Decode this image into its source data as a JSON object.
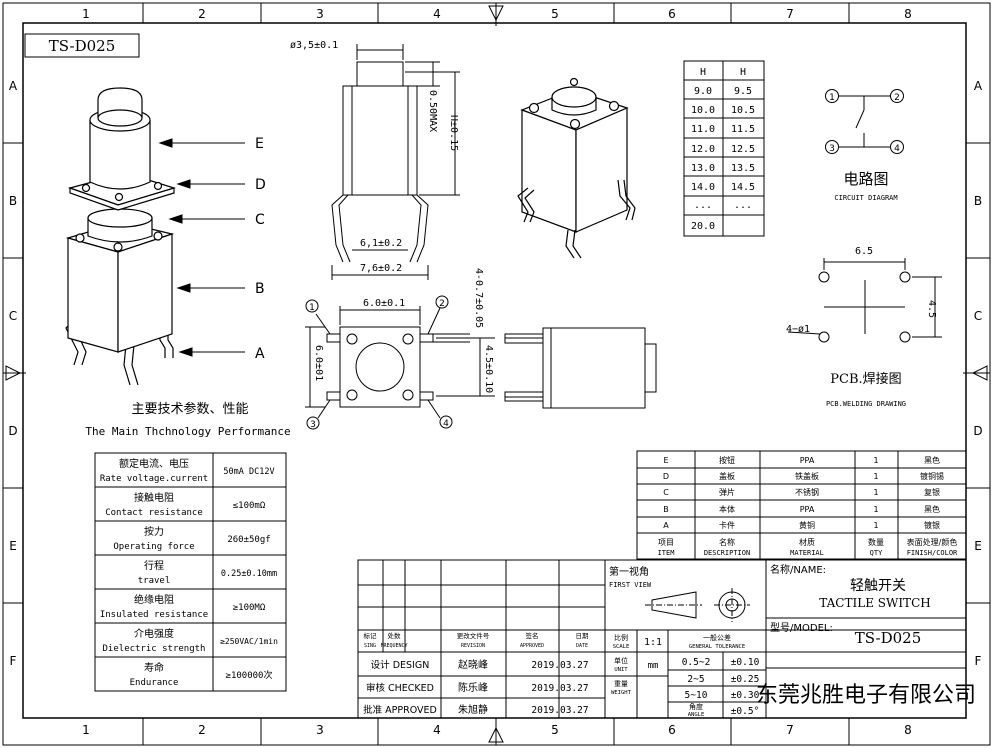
{
  "drawing_id": "TS-D025",
  "grid": {
    "cols": [
      "1",
      "2",
      "3",
      "4",
      "5",
      "6",
      "7",
      "8"
    ],
    "rows": [
      "A",
      "B",
      "C",
      "D",
      "E",
      "F"
    ]
  },
  "callouts": {
    "E": "E",
    "D": "D",
    "C": "C",
    "B": "B",
    "A": "A"
  },
  "dims": {
    "d35": "ø3,5±0.1",
    "max050": "0.50MAX",
    "h015": "H±0.15",
    "w61": "6,1±0.2",
    "w76": "7,6±0.2",
    "w60": "6.0±0.1",
    "h60": "6.0±01",
    "pin07": "4-0.7±0.05",
    "p45": "4.5±0.10"
  },
  "pins": {
    "p1": "1",
    "p2": "2",
    "p3": "3",
    "p4": "4"
  },
  "h_table": {
    "headers": [
      "H",
      "H"
    ],
    "rows": [
      [
        "9.0",
        "9.5"
      ],
      [
        "10.0",
        "10.5"
      ],
      [
        "11.0",
        "11.5"
      ],
      [
        "12.0",
        "12.5"
      ],
      [
        "13.0",
        "13.5"
      ],
      [
        "14.0",
        "14.5"
      ],
      [
        "...",
        "..."
      ],
      [
        "20.0",
        ""
      ]
    ]
  },
  "circuit": {
    "title_cn": "电路图",
    "title_en": "CIRCUIT DIAGRAM",
    "n1": "1",
    "n2": "2",
    "n3": "3",
    "n4": "4"
  },
  "pcb": {
    "dim_w": "6.5",
    "dim_h": "4.5",
    "hole": "4−ø1",
    "title_cn": "PCB.焊接图",
    "title_en": "PCB.WELDING DRAWING"
  },
  "performance": {
    "title_cn": "主要技术参数、性能",
    "title_en": "The Main Thchnology Performance",
    "rows": [
      {
        "cn": "额定电流、电压",
        "en": "Rate voltage.current",
        "val": "50mA DC12V"
      },
      {
        "cn": "接触电阻",
        "en": "Contact resistance",
        "val": "≤100mΩ"
      },
      {
        "cn": "按力",
        "en": "Operating force",
        "val": "260±50gf"
      },
      {
        "cn": "行程",
        "en": "travel",
        "val": "0.25±0.10mm"
      },
      {
        "cn": "绝缘电阻",
        "en": "Insulated resistance",
        "val": "≥100MΩ"
      },
      {
        "cn": "介电强度",
        "en": "Dielectric strength",
        "val": "≥250VAC/1min"
      },
      {
        "cn": "寿命",
        "en": "Endurance",
        "val": "≥100000次"
      }
    ]
  },
  "bom": {
    "rows": [
      [
        "E",
        "按钮",
        "PPA",
        "1",
        "黑色"
      ],
      [
        "D",
        "盖板",
        "铁盖板",
        "1",
        "镀铜锡"
      ],
      [
        "C",
        "弹片",
        "不锈钢",
        "1",
        "复银"
      ],
      [
        "B",
        "本体",
        "PPA",
        "1",
        "黑色"
      ],
      [
        "A",
        "卡件",
        "黄铜",
        "1",
        "镀银"
      ]
    ],
    "header_cn": [
      "项目",
      "名称",
      "材质",
      "数量",
      "表面处理/颜色"
    ],
    "header_en": [
      "ITEM",
      "DESCRIPTION",
      "MATERIAL",
      "QTY",
      "FINISH/COLOR"
    ]
  },
  "title_block": {
    "rev_headers": [
      {
        "cn": "标记",
        "en": "SING"
      },
      {
        "cn": "处数",
        "en": "FREQUENCY"
      },
      {
        "cn": "更改文件号",
        "en": "REVISION"
      },
      {
        "cn": "签名",
        "en": "APPROVED"
      },
      {
        "cn": "日期",
        "en": "DATE"
      }
    ],
    "design_label": "设计 DESIGN",
    "design_name": "赵晓峰",
    "design_date": "2019.03.27",
    "checked_label": "审核 CHECKED",
    "checked_name": "陈乐峰",
    "checked_date": "2019.03.27",
    "approved_label": "批准 APPROVED",
    "approved_name": "朱旭静",
    "approved_date": "2019.03.27",
    "first_view_cn": "第一视角",
    "first_view_en": "FIRST VIEW",
    "scale_cn": "比例",
    "scale_en": "SCALE",
    "scale_val": "1:1",
    "unit_cn": "单位",
    "unit_en": "UNIT",
    "unit_val": "mm",
    "weight_cn": "重量",
    "weight_en": "WEIGHT",
    "tol_cn": "一般公差",
    "tol_en": "GENERAL TOLERANCE",
    "tol_rows": [
      [
        "0.5~2",
        "±0.10"
      ],
      [
        "2~5",
        "±0.25"
      ],
      [
        "5~10",
        "±0.30"
      ]
    ],
    "angle_cn": "角度",
    "angle_en": "ANGLE",
    "angle_val": "±0.5°",
    "name_label": "名称/NAME:",
    "name_cn": "轻触开关",
    "name_en": "TACTILE SWITCH",
    "model_label": "型号/MODEL:",
    "model_val": "TS-D025",
    "company": "东莞兆胜电子有限公司"
  }
}
